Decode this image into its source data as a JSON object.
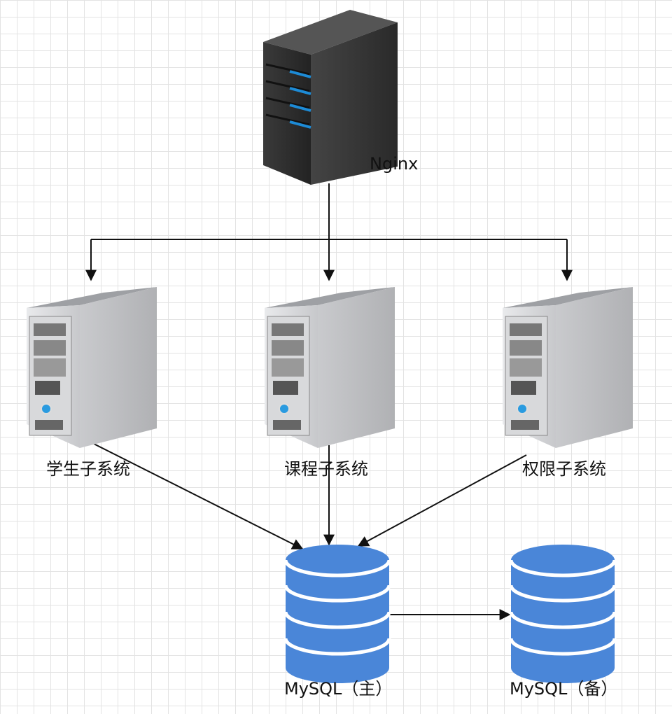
{
  "nodes": {
    "nginx": {
      "label": "Nginx"
    },
    "student": {
      "label": "学生子系统"
    },
    "course": {
      "label": "课程子系统"
    },
    "permission": {
      "label": "权限子系统"
    },
    "mysql_master": {
      "label": "MySQL（主）"
    },
    "mysql_backup": {
      "label": "MySQL（备）"
    }
  },
  "colors": {
    "db_blue": "#4a86d8",
    "server_dark": "#2f2f2f",
    "server_gray": "#bfbfbf",
    "led_blue": "#1d8bd6",
    "edge": "#111111"
  }
}
